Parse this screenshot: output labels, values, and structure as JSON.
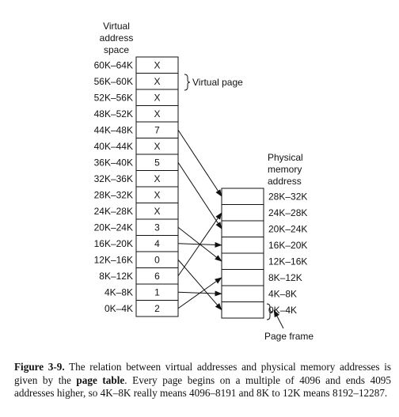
{
  "virtual_title": [
    "Virtual",
    "address",
    "space"
  ],
  "physical_title": [
    "Physical",
    "memory",
    "address"
  ],
  "virtual_pages": [
    {
      "range": "60K–64K",
      "value": "X"
    },
    {
      "range": "56K–60K",
      "value": "X"
    },
    {
      "range": "52K–56K",
      "value": "X"
    },
    {
      "range": "48K–52K",
      "value": "X"
    },
    {
      "range": "44K–48K",
      "value": "7"
    },
    {
      "range": "40K–44K",
      "value": "X"
    },
    {
      "range": "36K–40K",
      "value": "5"
    },
    {
      "range": "32K–36K",
      "value": "X"
    },
    {
      "range": "28K–32K",
      "value": "X"
    },
    {
      "range": "24K–28K",
      "value": "X"
    },
    {
      "range": "20K–24K",
      "value": "3"
    },
    {
      "range": "16K–20K",
      "value": "4"
    },
    {
      "range": "12K–16K",
      "value": "0"
    },
    {
      "range": "8K–12K",
      "value": "6"
    },
    {
      "range": "4K–8K",
      "value": "1"
    },
    {
      "range": "0K–4K",
      "value": "2"
    }
  ],
  "physical_frames": [
    "28K–32K",
    "24K–28K",
    "20K–24K",
    "16K–20K",
    "12K–16K",
    "8K–12K",
    "4K–8K",
    "0K–4K"
  ],
  "virtual_page_label": "Virtual page",
  "page_frame_label": "Page frame",
  "caption": {
    "figure": "Figure 3-9.",
    "text_before": " The relation between virtual addresses and physical memory addresses is given by the ",
    "bold": "page table",
    "text_after": ".  Every page begins on a multiple of 4096 and ends 4095 addresses higher, so 4K–8K really means 4096–8191 and 8K to 12K means 8192–12287."
  }
}
